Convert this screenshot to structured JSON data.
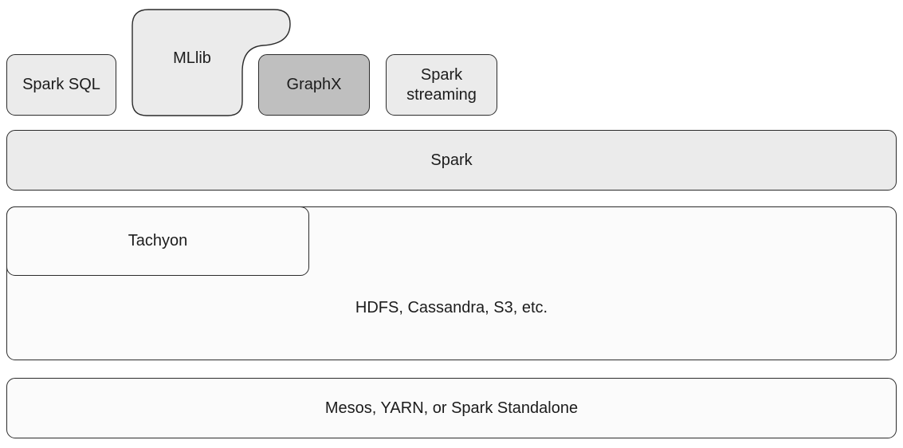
{
  "components": {
    "spark_sql": "Spark SQL",
    "mllib": "MLlib",
    "graphx": "GraphX",
    "spark_streaming": "Spark\nstreaming",
    "spark": "Spark",
    "tachyon": "Tachyon",
    "storage": "HDFS, Cassandra, S3, etc.",
    "cluster_manager": "Mesos, YARN, or Spark Standalone"
  },
  "colors": {
    "light_fill": "#ebebeb",
    "dark_fill": "#bfbfbf",
    "white_fill": "#fbfbfb",
    "stroke": "#2b2b2b"
  }
}
